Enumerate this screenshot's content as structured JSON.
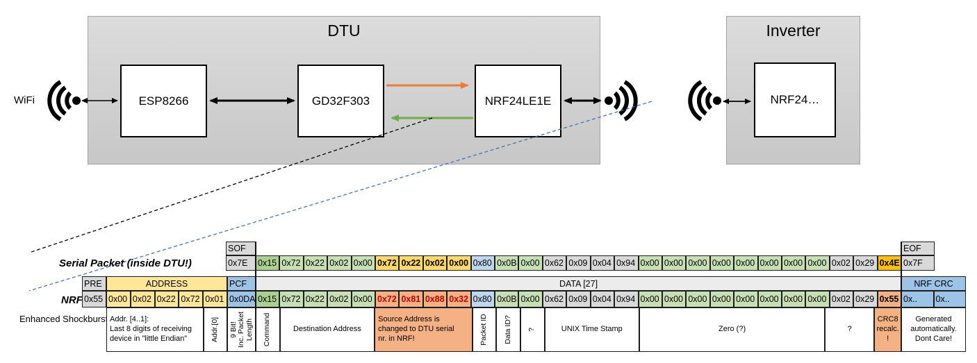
{
  "diagram": {
    "wifi_label": "WiFi",
    "dtu": {
      "title": "DTU",
      "components": [
        "ESP8266",
        "GD32F303",
        "NRF24LE1E"
      ]
    },
    "inverter": {
      "title": "Inverter",
      "component": "NRF24…"
    },
    "colors": {
      "tx_arrow": "#ED7D31",
      "rx_arrow": "#70AD47",
      "radio_dash": "#4472C4",
      "connector": "#000000"
    }
  },
  "packets": {
    "serial": {
      "label": "Serial Packet (inside DTU!)",
      "sof_header": "SOF",
      "sof_value": "0x7E",
      "eof_header": "EOF",
      "eof_value": "0x7F",
      "bytes": [
        {
          "v": "0x15",
          "s": "green_dark"
        },
        {
          "v": "0x72",
          "s": "green"
        },
        {
          "v": "0x22",
          "s": "green"
        },
        {
          "v": "0x02",
          "s": "green"
        },
        {
          "v": "0x00",
          "s": "green"
        },
        {
          "v": "0x72",
          "s": "gold"
        },
        {
          "v": "0x22",
          "s": "gold"
        },
        {
          "v": "0x02",
          "s": "gold"
        },
        {
          "v": "0x00",
          "s": "gold"
        },
        {
          "v": "0x80",
          "s": "blue"
        },
        {
          "v": "0x0B",
          "s": "green"
        },
        {
          "v": "0x00",
          "s": "green"
        },
        {
          "v": "0x62",
          "s": "gray"
        },
        {
          "v": "0x09",
          "s": "gray"
        },
        {
          "v": "0x04",
          "s": "gray"
        },
        {
          "v": "0x94",
          "s": "gray"
        },
        {
          "v": "0x00",
          "s": "green"
        },
        {
          "v": "0x00",
          "s": "green"
        },
        {
          "v": "0x00",
          "s": "green"
        },
        {
          "v": "0x00",
          "s": "green"
        },
        {
          "v": "0x00",
          "s": "green"
        },
        {
          "v": "0x00",
          "s": "green"
        },
        {
          "v": "0x00",
          "s": "green"
        },
        {
          "v": "0x00",
          "s": "green"
        },
        {
          "v": "0x02",
          "s": "gray"
        },
        {
          "v": "0x29",
          "s": "gray"
        },
        {
          "v": "0x4E",
          "s": "amber"
        }
      ]
    },
    "nrf": {
      "label": "NRF Packet",
      "sublabel": "Enhanced Shockburst",
      "pre_header": "PRE",
      "pre_value": "0x55",
      "address_header": "ADDRESS",
      "address_values": [
        "0x00",
        "0x02",
        "0x22",
        "0x72",
        "0x01"
      ],
      "pcf_header": "PCF",
      "pcf_value": "0x0DA",
      "data_header": "DATA [27]",
      "bytes": [
        {
          "v": "0x15",
          "s": "green_dark"
        },
        {
          "v": "0x72",
          "s": "green"
        },
        {
          "v": "0x22",
          "s": "green"
        },
        {
          "v": "0x02",
          "s": "green"
        },
        {
          "v": "0x00",
          "s": "green"
        },
        {
          "v": "0x72",
          "s": "salmon_red"
        },
        {
          "v": "0x81",
          "s": "salmon_red"
        },
        {
          "v": "0x88",
          "s": "salmon_red"
        },
        {
          "v": "0x32",
          "s": "salmon_red"
        },
        {
          "v": "0x80",
          "s": "blue"
        },
        {
          "v": "0x0B",
          "s": "green"
        },
        {
          "v": "0x00",
          "s": "green"
        },
        {
          "v": "0x62",
          "s": "gray"
        },
        {
          "v": "0x09",
          "s": "gray"
        },
        {
          "v": "0x04",
          "s": "gray"
        },
        {
          "v": "0x94",
          "s": "gray"
        },
        {
          "v": "0x00",
          "s": "green"
        },
        {
          "v": "0x00",
          "s": "green"
        },
        {
          "v": "0x00",
          "s": "green"
        },
        {
          "v": "0x00",
          "s": "green"
        },
        {
          "v": "0x00",
          "s": "green"
        },
        {
          "v": "0x00",
          "s": "green"
        },
        {
          "v": "0x00",
          "s": "green"
        },
        {
          "v": "0x00",
          "s": "green"
        },
        {
          "v": "0x02",
          "s": "gray"
        },
        {
          "v": "0x29",
          "s": "gray"
        },
        {
          "v": "0x55",
          "s": "salmon"
        }
      ],
      "crc_header": "NRF CRC",
      "crc_values": [
        "0x..",
        "0x.."
      ]
    },
    "annotations": {
      "pre": [
        {
          "text": "Addr. [4..1]:\nLast 8 digits of receiving\ndevice in \"little Endian\"",
          "width": 140,
          "align": "left"
        },
        {
          "text": "Addr.[0]",
          "width": 34,
          "vertical": true
        },
        {
          "text": "9 Bit!\nInc. Packet\nLength",
          "width": 41,
          "vertical": true
        }
      ],
      "data": [
        {
          "text": "Command",
          "span": 1,
          "vertical": true
        },
        {
          "text": "Destination Address",
          "span": 4
        },
        {
          "text": "Source Address is\nchanged to DTU serial\nnr. in NRF!",
          "span": 4,
          "style": "salmon_note",
          "align": "left"
        },
        {
          "text": "Packet ID",
          "span": 1,
          "vertical": true
        },
        {
          "text": "Data ID?",
          "span": 1,
          "vertical": true
        },
        {
          "text": "?",
          "span": 1,
          "vertical": true
        },
        {
          "text": "UNIX Time Stamp",
          "span": 4
        },
        {
          "text": "Zero (?)",
          "span": 8
        },
        {
          "text": "?",
          "span": 2
        },
        {
          "text": "CRC8 recalc. !",
          "span": 1,
          "style": "salmon_note"
        }
      ],
      "crc": [
        {
          "text": "Generated\nautomatically.\nDont Care!",
          "width": 93
        }
      ]
    },
    "legend_colors": {
      "green_dark": "#A9D08E",
      "green": "#C6E0B4",
      "gold": "#FFD966",
      "amber": "#FFC000",
      "blue": "#BDD7EE",
      "blue_header": "#9DC3E6",
      "gray": "#D9D9D9",
      "yellow": "#FFE699",
      "salmon": "#F4B183",
      "red_text": "#C00000"
    }
  }
}
